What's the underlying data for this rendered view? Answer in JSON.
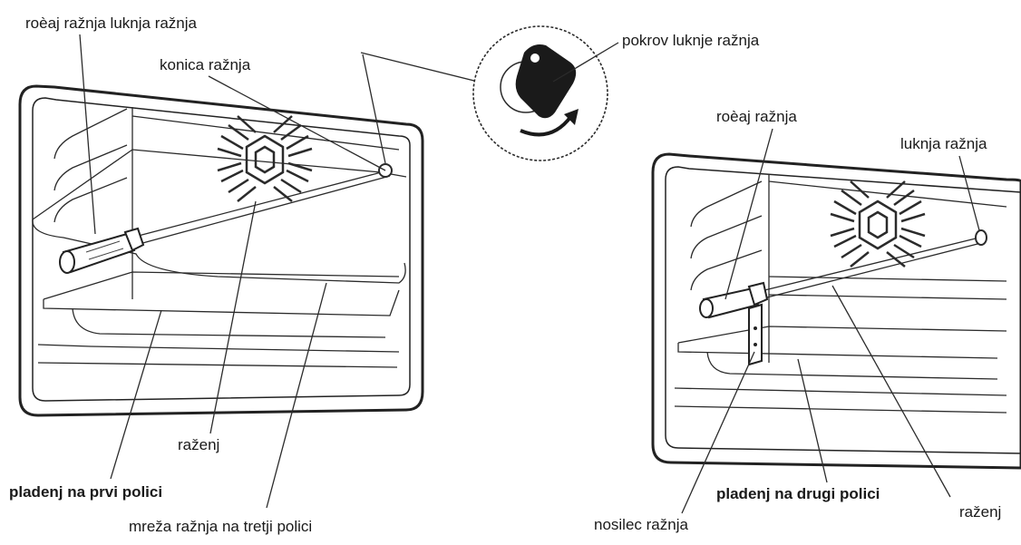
{
  "labels": {
    "left_handle_hole": "roèaj ražnja luknja ražnja",
    "left_spit_tip": "konica ražnja",
    "hole_cover": "pokrov luknje ražnja",
    "left_spit": "raženj",
    "left_tray": "pladenj na prvi polici",
    "left_rack": "mreža ražnja na tretji polici",
    "right_handle": "roèaj ražnja",
    "right_hole": "luknja ražnja",
    "right_tray": "pladenj na drugi polici",
    "right_support": "nosilec ražnja",
    "right_spit": "raženj"
  },
  "colors": {
    "line": "#2b2b2b",
    "ink": "#1a1a1a",
    "fill_dark": "#1a1a1a",
    "background": "#ffffff"
  }
}
